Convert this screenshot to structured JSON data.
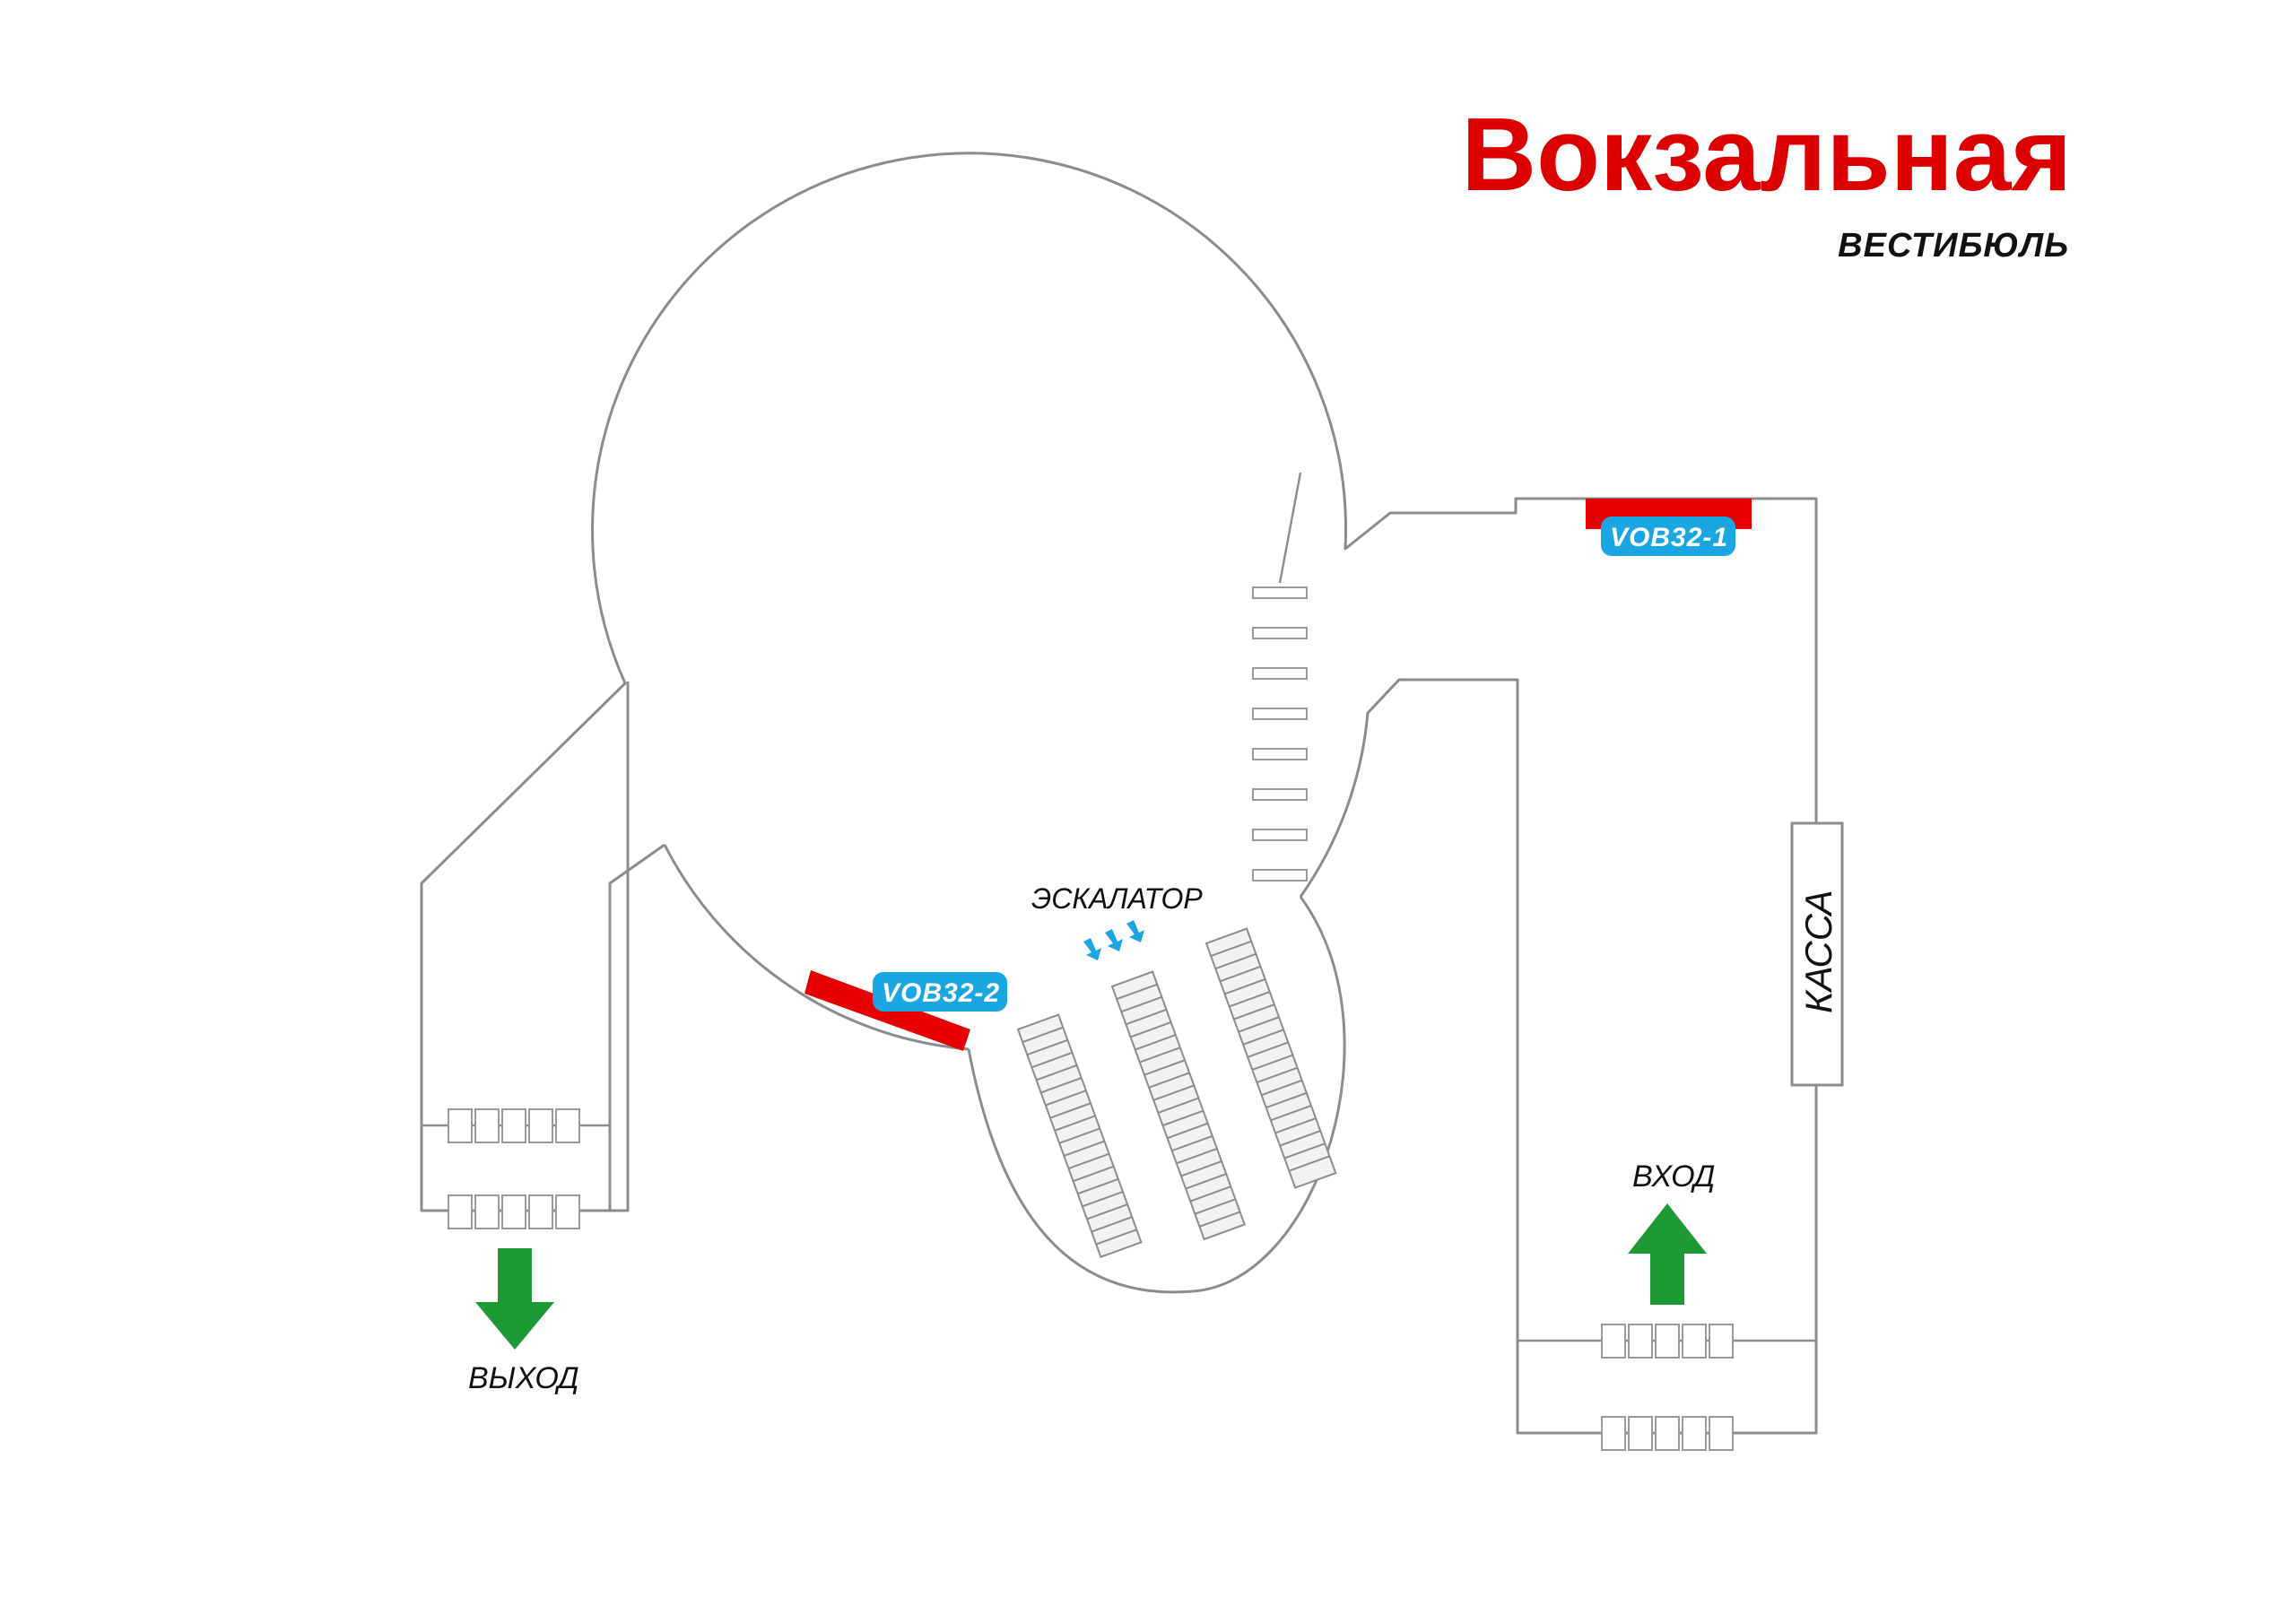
{
  "header": {
    "title": "Вокзальная",
    "subtitle": "ВЕСТИБЮЛЬ"
  },
  "plan": {
    "labels": {
      "escalator": "ЭСКАЛАТОР",
      "cashier": "КАССА",
      "exit": "ВЫХОД",
      "entrance": "ВХОД"
    },
    "markers": [
      {
        "id": "VOB32-1",
        "label": "VOB32-1"
      },
      {
        "id": "VOB32-2",
        "label": "VOB32-2"
      }
    ]
  },
  "colors": {
    "title": "#dc0000",
    "marker_bar": "#e60000",
    "marker_tag": "#1aa6e0",
    "arrows": "#1e9a34",
    "walls": "#8c8c8c",
    "escalator_arrows": "#1aa6e0"
  }
}
